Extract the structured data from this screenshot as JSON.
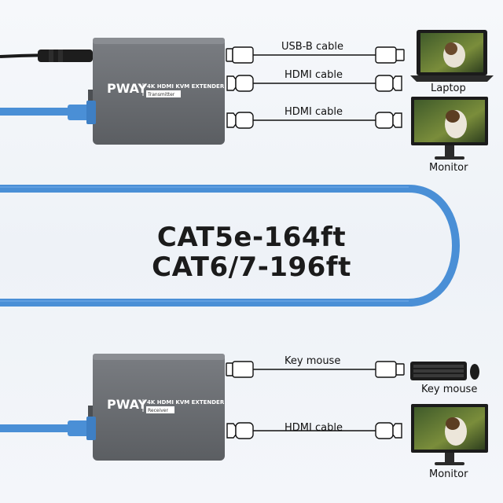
{
  "headline": {
    "line1": "CAT5e-164ft",
    "line2": "CAT6/7-196ft"
  },
  "transmitter": {
    "brand": "PWAY",
    "model": "4K HDMI KVM EXTENDER",
    "role": "Transmitter"
  },
  "receiver": {
    "brand": "PWAY",
    "model": "4K HDMI KVM EXTENDER",
    "role": "Receiver"
  },
  "connections": {
    "tx_usb": "USB-B cable",
    "tx_hdmi_1": "HDMI cable",
    "tx_hdmi_2": "HDMI cable",
    "rx_usb": "Key mouse",
    "rx_hdmi": "HDMI cable"
  },
  "devices": {
    "laptop": "Laptop",
    "monitor_top": "Monitor",
    "keyboard": "Key mouse",
    "monitor_bottom": "Monitor"
  },
  "colors": {
    "cable": "#4a8fd6",
    "box": "#6b6e72",
    "wire": "#111111"
  }
}
